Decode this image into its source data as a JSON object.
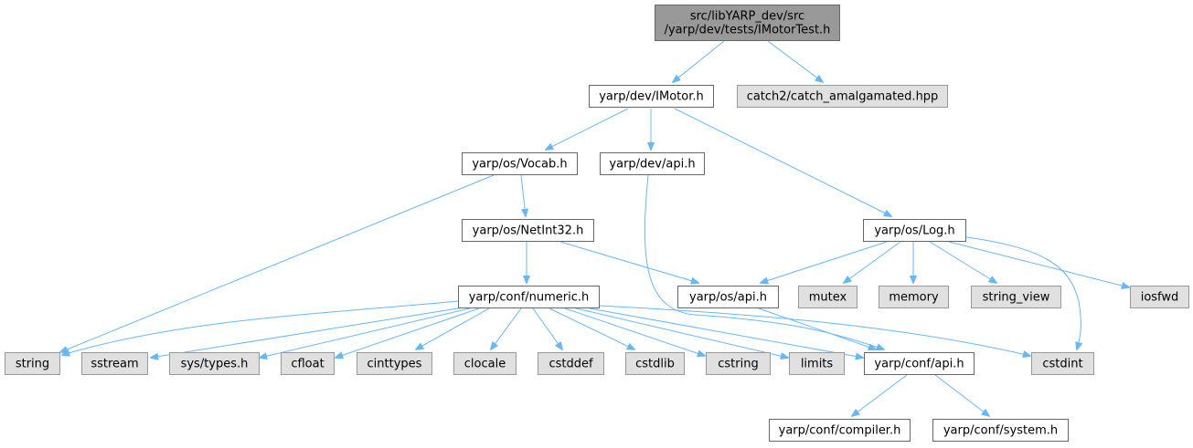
{
  "colors": {
    "root_fill": "#999999",
    "internal_fill": "#ffffff",
    "external_fill": "#e0e0e0",
    "border_dark": "#666666",
    "border_light": "#999999",
    "edge": "#63b8ff"
  },
  "nodes": [
    {
      "id": "root",
      "kind": "root",
      "lines": [
        "src/libYARP_dev/src",
        "/yarp/dev/tests/IMotorTest.h"
      ]
    },
    {
      "id": "imotor",
      "kind": "internal",
      "lines": [
        "yarp/dev/IMotor.h"
      ]
    },
    {
      "id": "catch2",
      "kind": "external",
      "lines": [
        "catch2/catch_amalgamated.hpp"
      ]
    },
    {
      "id": "vocab",
      "kind": "internal",
      "lines": [
        "yarp/os/Vocab.h"
      ]
    },
    {
      "id": "devapi",
      "kind": "internal",
      "lines": [
        "yarp/dev/api.h"
      ]
    },
    {
      "id": "log",
      "kind": "internal",
      "lines": [
        "yarp/os/Log.h"
      ]
    },
    {
      "id": "netint",
      "kind": "internal",
      "lines": [
        "yarp/os/NetInt32.h"
      ]
    },
    {
      "id": "numeric",
      "kind": "internal",
      "lines": [
        "yarp/conf/numeric.h"
      ]
    },
    {
      "id": "osapi",
      "kind": "internal",
      "lines": [
        "yarp/os/api.h"
      ]
    },
    {
      "id": "mutex",
      "kind": "external",
      "lines": [
        "mutex"
      ]
    },
    {
      "id": "memory",
      "kind": "external",
      "lines": [
        "memory"
      ]
    },
    {
      "id": "string_view",
      "kind": "external",
      "lines": [
        "string_view"
      ]
    },
    {
      "id": "iosfwd",
      "kind": "external",
      "lines": [
        "iosfwd"
      ]
    },
    {
      "id": "string",
      "kind": "external",
      "lines": [
        "string"
      ]
    },
    {
      "id": "sstream",
      "kind": "external",
      "lines": [
        "sstream"
      ]
    },
    {
      "id": "systypes",
      "kind": "external",
      "lines": [
        "sys/types.h"
      ]
    },
    {
      "id": "cfloat",
      "kind": "external",
      "lines": [
        "cfloat"
      ]
    },
    {
      "id": "cinttypes",
      "kind": "external",
      "lines": [
        "cinttypes"
      ]
    },
    {
      "id": "clocale",
      "kind": "external",
      "lines": [
        "clocale"
      ]
    },
    {
      "id": "cstddef",
      "kind": "external",
      "lines": [
        "cstddef"
      ]
    },
    {
      "id": "cstdlib",
      "kind": "external",
      "lines": [
        "cstdlib"
      ]
    },
    {
      "id": "cstring",
      "kind": "external",
      "lines": [
        "cstring"
      ]
    },
    {
      "id": "limits",
      "kind": "external",
      "lines": [
        "limits"
      ]
    },
    {
      "id": "confapi",
      "kind": "internal",
      "lines": [
        "yarp/conf/api.h"
      ]
    },
    {
      "id": "cstdint",
      "kind": "external",
      "lines": [
        "cstdint"
      ]
    },
    {
      "id": "compiler",
      "kind": "internal",
      "lines": [
        "yarp/conf/compiler.h"
      ]
    },
    {
      "id": "system",
      "kind": "internal",
      "lines": [
        "yarp/conf/system.h"
      ]
    }
  ],
  "edges": [
    {
      "from": "root",
      "to": "imotor"
    },
    {
      "from": "root",
      "to": "catch2"
    },
    {
      "from": "imotor",
      "to": "vocab"
    },
    {
      "from": "imotor",
      "to": "devapi"
    },
    {
      "from": "imotor",
      "to": "log"
    },
    {
      "from": "vocab",
      "to": "netint"
    },
    {
      "from": "vocab",
      "to": "string"
    },
    {
      "from": "devapi",
      "to": "confapi"
    },
    {
      "from": "netint",
      "to": "numeric"
    },
    {
      "from": "netint",
      "to": "osapi"
    },
    {
      "from": "log",
      "to": "osapi"
    },
    {
      "from": "log",
      "to": "mutex"
    },
    {
      "from": "log",
      "to": "memory"
    },
    {
      "from": "log",
      "to": "string_view"
    },
    {
      "from": "log",
      "to": "iosfwd"
    },
    {
      "from": "log",
      "to": "cstdint"
    },
    {
      "from": "osapi",
      "to": "confapi"
    },
    {
      "from": "numeric",
      "to": "string"
    },
    {
      "from": "numeric",
      "to": "sstream"
    },
    {
      "from": "numeric",
      "to": "systypes"
    },
    {
      "from": "numeric",
      "to": "cfloat"
    },
    {
      "from": "numeric",
      "to": "cinttypes"
    },
    {
      "from": "numeric",
      "to": "clocale"
    },
    {
      "from": "numeric",
      "to": "cstddef"
    },
    {
      "from": "numeric",
      "to": "cstdlib"
    },
    {
      "from": "numeric",
      "to": "cstring"
    },
    {
      "from": "numeric",
      "to": "limits"
    },
    {
      "from": "numeric",
      "to": "confapi"
    },
    {
      "from": "numeric",
      "to": "cstdint"
    },
    {
      "from": "confapi",
      "to": "compiler"
    },
    {
      "from": "confapi",
      "to": "system"
    }
  ]
}
